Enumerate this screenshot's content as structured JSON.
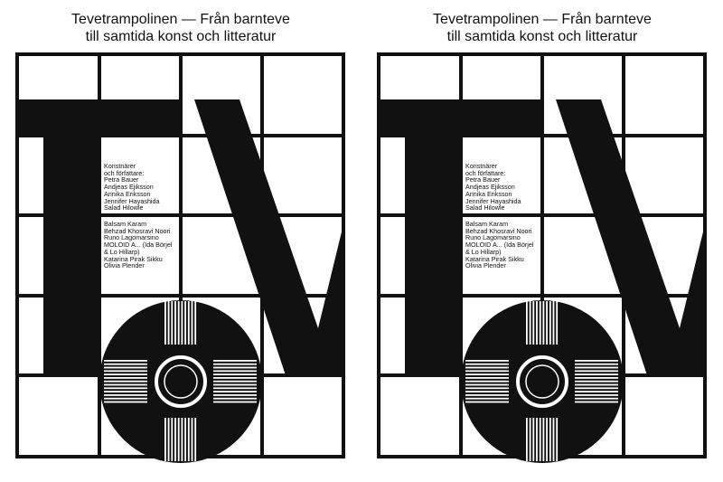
{
  "poster": {
    "title_line1": "Tevetrampolinen — Från barnteve",
    "title_line2": "till samtida konst och litteratur",
    "credits_group1": [
      "Konstnärer",
      "och författare:",
      "Petra Bauer",
      "Andjeas Ejiksson",
      "Annika Eriksson",
      "Jennifer Hayashida",
      "Salad Hilowle"
    ],
    "credits_group2": [
      "Balsam Karam",
      "Behzad Khosravi Noori",
      "Runo Lagomarsino",
      "MOLOID A... (Ida Börjel",
      "& Lo Hillarp)",
      "Katarina Pirak Sikku",
      "Olivia Plender"
    ],
    "logo_letters": "TV"
  },
  "colors": {
    "ink": "#111111",
    "paper": "#ffffff"
  }
}
